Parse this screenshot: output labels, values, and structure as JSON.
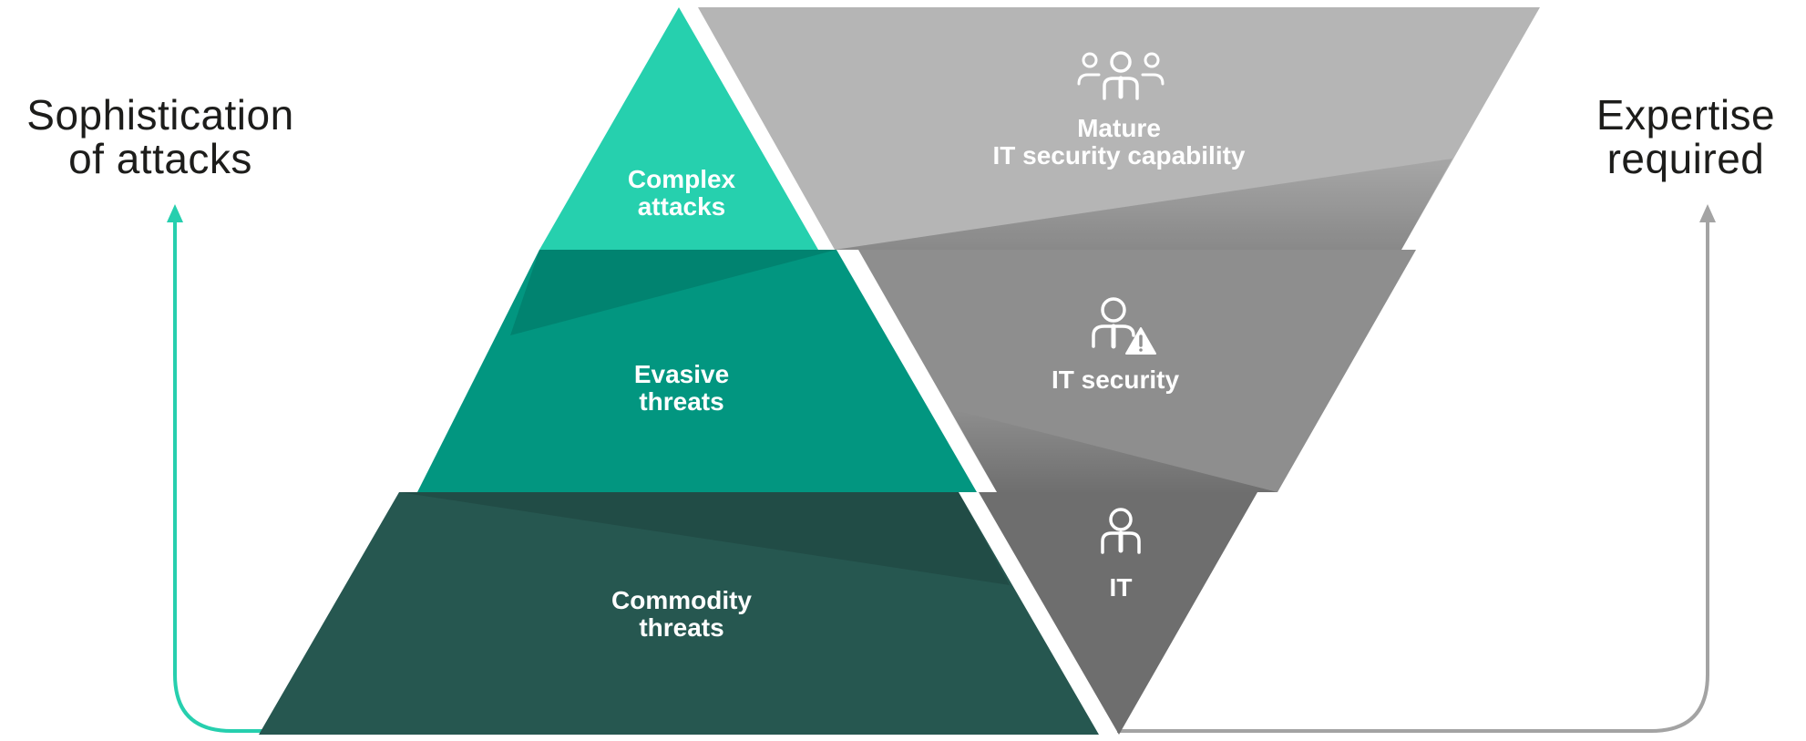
{
  "left_axis": {
    "label_line1": "Sophistication",
    "label_line2": "of attacks",
    "color": "#26cfae"
  },
  "right_axis": {
    "label_line1": "Expertise",
    "label_line2": "required",
    "color": "#a3a3a3"
  },
  "pyramid": {
    "levels": [
      {
        "line1": "Complex",
        "line2": "attacks",
        "color": "#26d0ae"
      },
      {
        "line1": "Evasive",
        "line2": "threats",
        "color": "#029680"
      },
      {
        "line1": "Commodity",
        "line2": "threats",
        "color": "#265750"
      }
    ]
  },
  "inverted_pyramid": {
    "levels": [
      {
        "line1": "Mature",
        "line2": "IT security capability",
        "icon": "team-icon",
        "color": "#b5b5b5"
      },
      {
        "line1": "IT security",
        "icon": "security-person-icon",
        "color": "#8e8e8e"
      },
      {
        "line1": "IT",
        "icon": "person-icon",
        "color": "#6e6e6e"
      }
    ]
  }
}
